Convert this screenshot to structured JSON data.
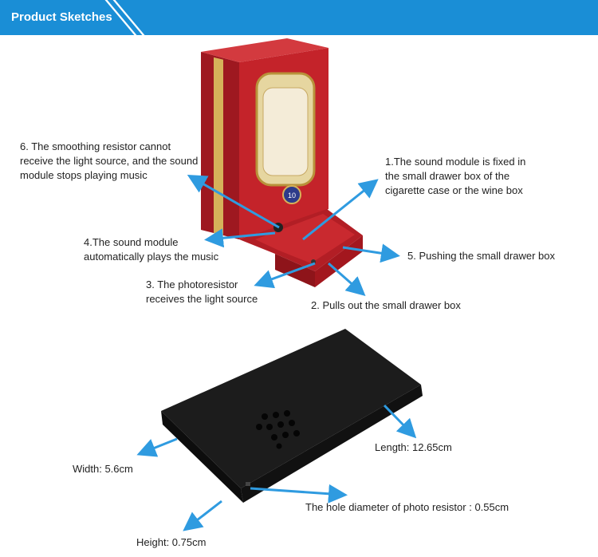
{
  "banner": {
    "title": "Product Sketches",
    "color": "#1a8ed6"
  },
  "sketch1": {
    "box_colors": {
      "red": "#c4232a",
      "dark_red": "#8e141a",
      "gold": "#d6b25a"
    },
    "badge": "10",
    "notes": {
      "n6": "6. The smoothing resistor cannot\nreceive the light source, and the sound\nmodule stops playing music",
      "n1": "1.The sound module is fixed in\nthe small drawer box of the\ncigarette case or the wine box",
      "n4": "4.The sound module\nautomatically plays the music",
      "n5": "5. Pushing the small drawer box",
      "n3": "3. The photoresistor\nreceives the light source",
      "n2": "2. Pulls out the small drawer box"
    }
  },
  "sketch2": {
    "module_color": "#1c1c1c",
    "notes": {
      "width": "Width: 5.6cm",
      "length": "Length: 12.65cm",
      "hole": "The hole diameter of photo resistor : 0.55cm",
      "height": "Height: 0.75cm"
    }
  },
  "arrow_color": "#2f9be0"
}
